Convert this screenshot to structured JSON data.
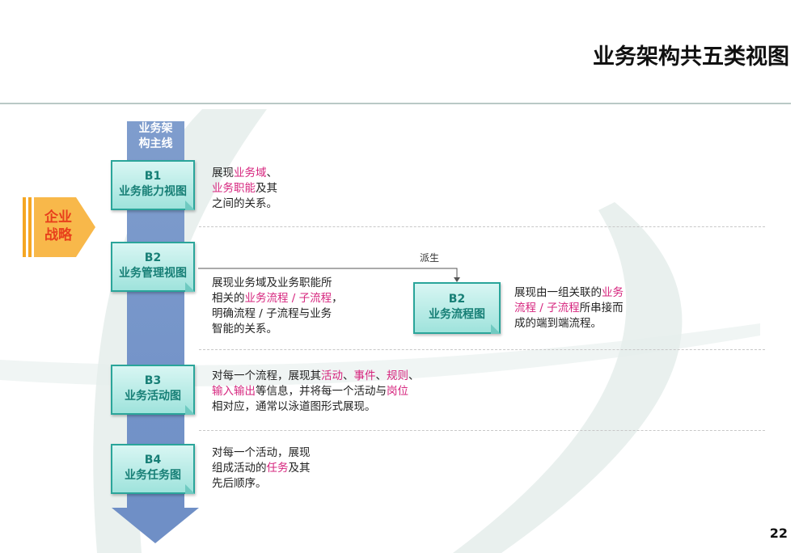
{
  "title": "业务架构共五类视图",
  "page_number": "22",
  "strategy": {
    "line1": "企业",
    "line2": "战略"
  },
  "mainline": {
    "line1": "业务架",
    "line2": "构主线"
  },
  "derive_label": "派生",
  "colors": {
    "highlight": "#d6257e",
    "teal": "#2aa59a",
    "column": "#7f9dcd",
    "strategy": "#f5a623"
  },
  "views": [
    {
      "code": "B1",
      "name": "业务能力视图",
      "desc": [
        [
          [
            "展现",
            0
          ],
          [
            "业务域",
            1
          ],
          [
            "、",
            0
          ]
        ],
        [
          [
            "业务职能",
            1
          ],
          [
            "及其",
            0
          ]
        ],
        [
          [
            "之间的关系。",
            0
          ]
        ]
      ]
    },
    {
      "code": "B2",
      "name": "业务管理视图",
      "desc": [
        [
          [
            "展现业务域及业务职能所",
            0
          ]
        ],
        [
          [
            "相关的",
            0
          ],
          [
            "业务流程 / 子流程",
            1
          ],
          [
            "，",
            0
          ]
        ],
        [
          [
            "明确流程 / 子流程与业务",
            0
          ]
        ],
        [
          [
            "智能的关系。",
            0
          ]
        ]
      ]
    },
    {
      "code": "B2",
      "name": "业务流程图",
      "desc": [
        [
          [
            "展现由一组关联的",
            0
          ],
          [
            "业务",
            1
          ]
        ],
        [
          [
            "流程 / 子流程",
            1
          ],
          [
            "所串接而",
            0
          ]
        ],
        [
          [
            "成的端到端流程。",
            0
          ]
        ]
      ]
    },
    {
      "code": "B3",
      "name": "业务活动图",
      "desc": [
        [
          [
            "对每一个流程，展现其",
            0
          ],
          [
            "活动",
            1
          ],
          [
            "、",
            0
          ],
          [
            "事件",
            1
          ],
          [
            "、",
            0
          ],
          [
            "规则",
            1
          ],
          [
            "、",
            0
          ]
        ],
        [
          [
            "输入输出",
            1
          ],
          [
            "等信息，并将每一个活动与",
            0
          ],
          [
            "岗位",
            1
          ]
        ],
        [
          [
            "相对应，通常以泳道图形式展现。",
            0
          ]
        ]
      ]
    },
    {
      "code": "B4",
      "name": "业务任务图",
      "desc": [
        [
          [
            "对每一个活动，展现",
            0
          ]
        ],
        [
          [
            "组成活动的",
            0
          ],
          [
            "任务",
            1
          ],
          [
            "及其",
            0
          ]
        ],
        [
          [
            "先后顺序。",
            0
          ]
        ]
      ]
    }
  ]
}
